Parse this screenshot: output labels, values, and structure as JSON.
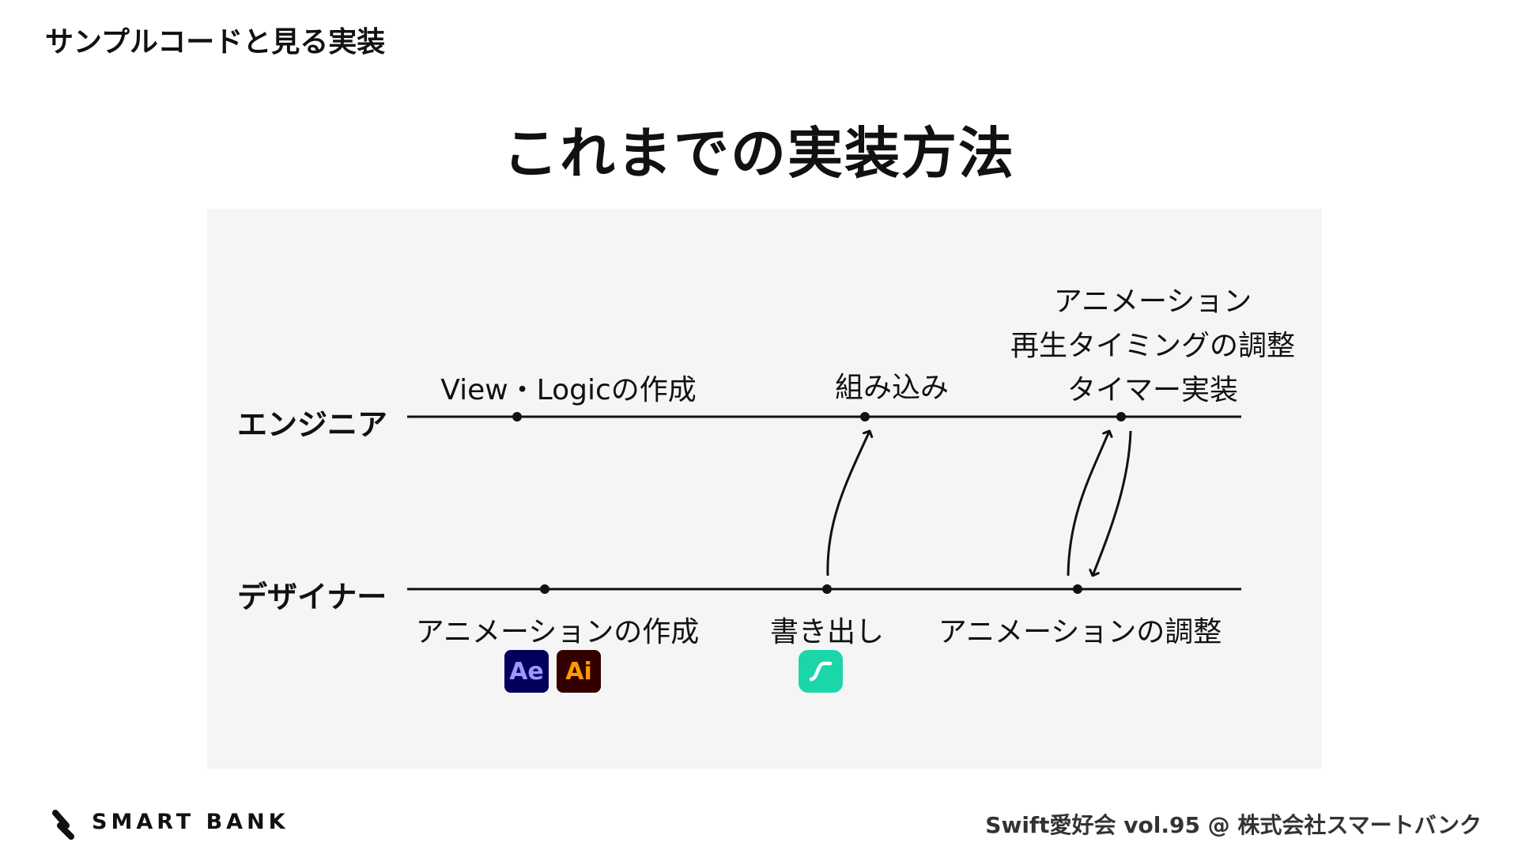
{
  "header": {
    "section_title": "サンプルコードと見る実装",
    "slide_title": "これまでの実装方法"
  },
  "diagram": {
    "lanes": {
      "engineer": "エンジニア",
      "designer": "デザイナー"
    },
    "engineer_steps": {
      "view_logic": "View・Logicの作成",
      "integrate": "組み込み",
      "adjust_line1": "アニメーション",
      "adjust_line2": "再生タイミングの調整",
      "adjust_line3": "タイマー実装"
    },
    "designer_steps": {
      "create": "アニメーションの作成",
      "export": "書き出し",
      "adjust": "アニメーションの調整"
    },
    "icons": {
      "after_effects": "Ae",
      "illustrator": "Ai",
      "lottie": "lottie-icon"
    }
  },
  "footer": {
    "brand": "SMART BANK",
    "credit": "Swift愛好会 vol.95 @ 株式会社スマートバンク"
  },
  "colors": {
    "panel_bg": "#f5f5f5",
    "line": "#111111",
    "ae_bg": "#00005b",
    "ae_fg": "#9999ff",
    "ai_bg": "#330000",
    "ai_fg": "#ff9a00",
    "lottie_bg": "#1bd6a9"
  }
}
